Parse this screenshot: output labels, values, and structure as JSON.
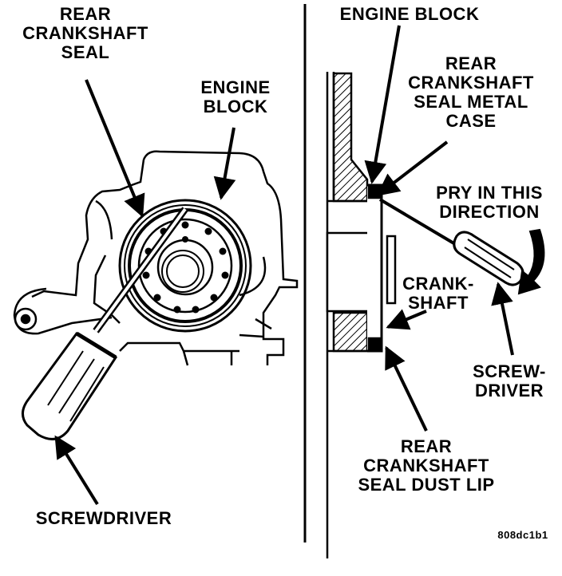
{
  "colors": {
    "ink": "#000000",
    "paper": "#ffffff"
  },
  "left_panel": {
    "labels": {
      "rear_seal": [
        "REAR",
        "CRANKSHAFT",
        "SEAL"
      ],
      "engine_block": [
        "ENGINE",
        "BLOCK"
      ],
      "screwdriver": [
        "SCREWDRIVER"
      ]
    }
  },
  "right_panel": {
    "labels": {
      "engine_block": [
        "ENGINE BLOCK"
      ],
      "metal_case": [
        "REAR",
        "CRANKSHAFT",
        "SEAL METAL",
        "CASE"
      ],
      "pry_direction": [
        "PRY IN THIS",
        "DIRECTION"
      ],
      "crankshaft": [
        "CRANK-",
        "SHAFT"
      ],
      "screwdriver": [
        "SCREW-",
        "DRIVER"
      ],
      "dust_lip": [
        "REAR",
        "CRANKSHAFT",
        "SEAL DUST LIP"
      ]
    }
  },
  "figure_code": "808dc1b1"
}
